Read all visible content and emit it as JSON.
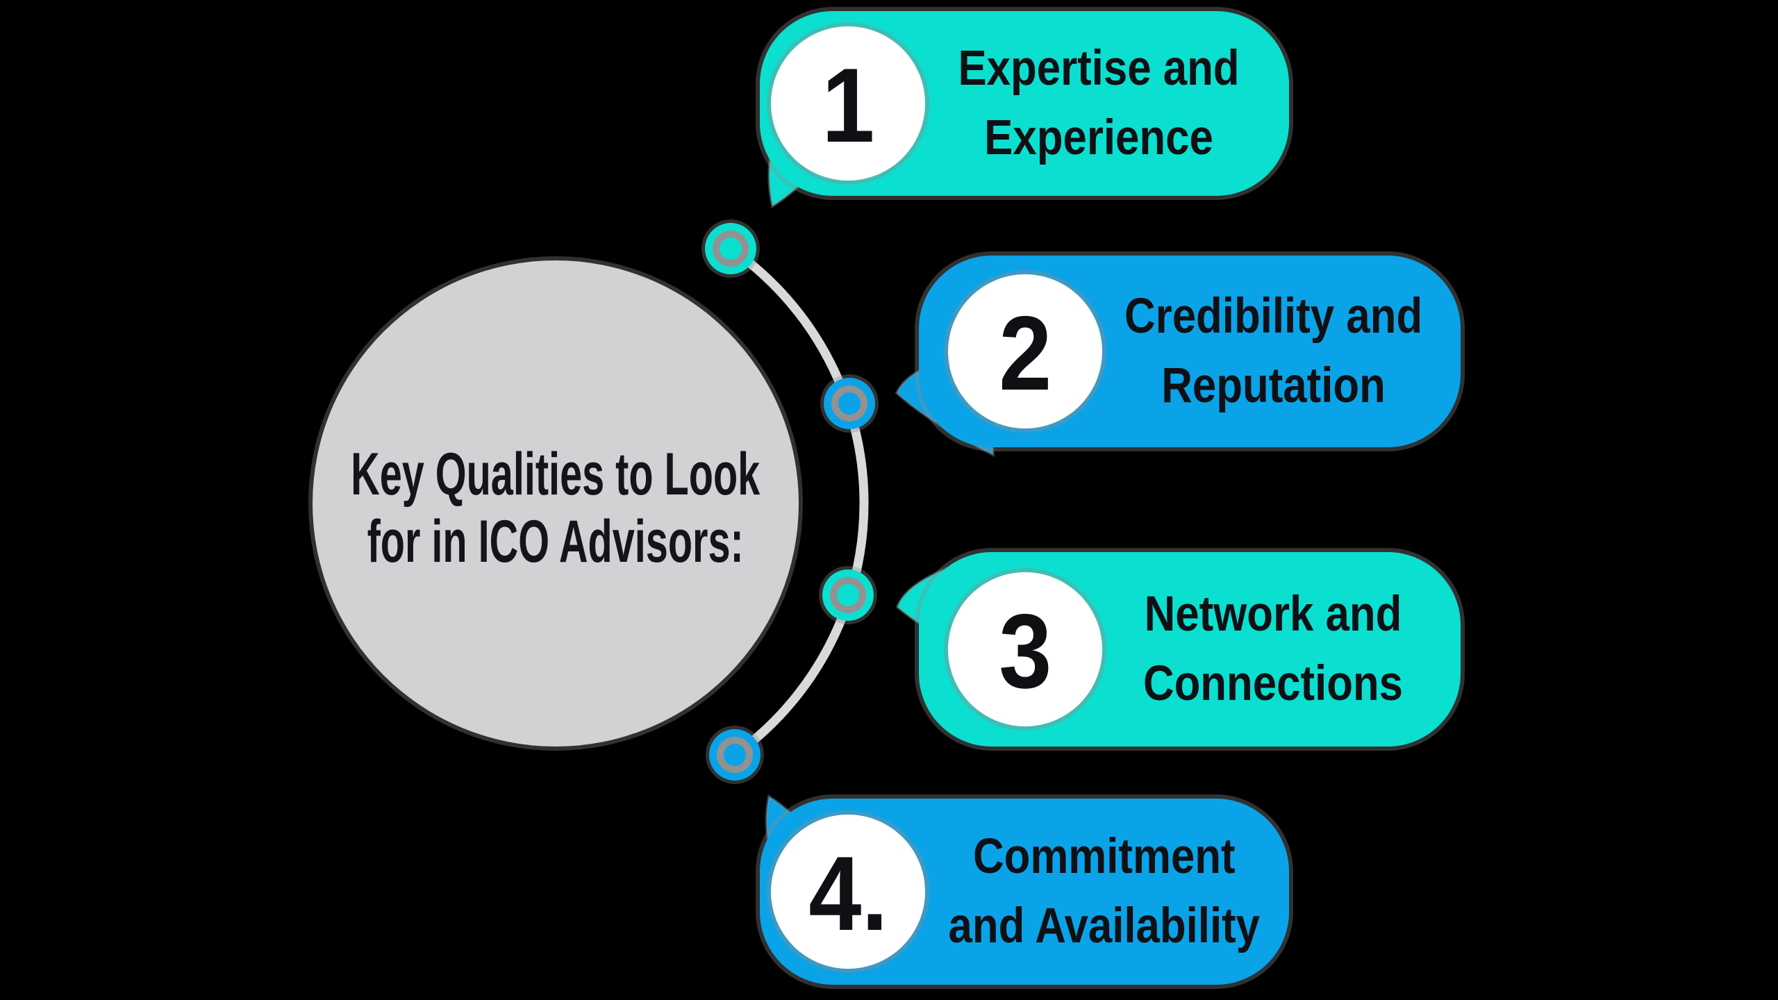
{
  "canvas": {
    "background": "#000000"
  },
  "center_circle": {
    "title_line1": "Key Qualities to Look",
    "title_line2": "for in ICO Advisors:",
    "fill": "#d1d2d4",
    "text_color": "#141419"
  },
  "connector": {
    "arc_color": "#d9d9d9",
    "ring_color": "#929292",
    "halo_color": "#8c8c8c",
    "nodes": [
      {
        "name": "node-1",
        "color": "#0bdfd0"
      },
      {
        "name": "node-2",
        "color": "#0aa3e8"
      },
      {
        "name": "node-3",
        "color": "#0bdfd0"
      },
      {
        "name": "node-4",
        "color": "#0aa3e8"
      }
    ]
  },
  "items": [
    {
      "number": "1",
      "label_line1": "Expertise and",
      "label_line2": "Experience",
      "bubble_color": "#0bdfd0",
      "badge_color": "#ffffff",
      "text_color": "#101014"
    },
    {
      "number": "2",
      "label_line1": "Credibility and",
      "label_line2": "Reputation",
      "bubble_color": "#0aa3e8",
      "badge_color": "#ffffff",
      "text_color": "#101014"
    },
    {
      "number": "3",
      "label_line1": "Network and",
      "label_line2": "Connections",
      "bubble_color": "#0bdfd0",
      "badge_color": "#ffffff",
      "text_color": "#101014"
    },
    {
      "number": "4.",
      "label_line1": "Commitment",
      "label_line2": "and Availability",
      "bubble_color": "#0aa3e8",
      "badge_color": "#ffffff",
      "text_color": "#101014"
    }
  ]
}
